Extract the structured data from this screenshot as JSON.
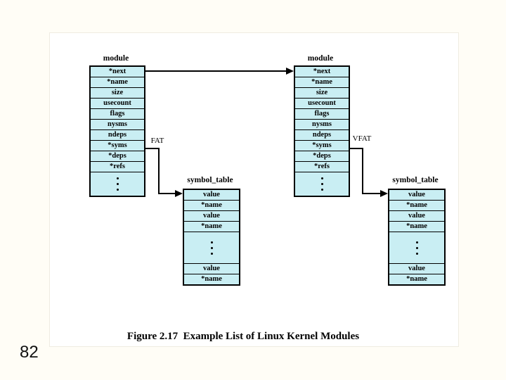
{
  "page": {
    "number": "82",
    "background_color": "#fffdf6",
    "figure_background_color": "#ffffff"
  },
  "caption": "Figure 2.17  Example List of Linux Kernel Modules",
  "colors": {
    "cell_fill": "#c9eef3",
    "table_border": "#000000",
    "arrow": "#000000"
  },
  "icons": {
    "vertical_ellipsis": "⋮",
    "arrow_right": "→"
  },
  "modules": [
    {
      "title": "module",
      "rows": [
        "*next",
        "*name",
        "size",
        "usecount",
        "flags",
        "nysms",
        "ndeps",
        "*syms",
        "*deps",
        "*refs"
      ]
    },
    {
      "title": "module",
      "rows": [
        "*next",
        "*name",
        "size",
        "usecount",
        "flags",
        "nysms",
        "ndeps",
        "*syms",
        "*deps",
        "*refs"
      ]
    }
  ],
  "symbol_tables": [
    {
      "title": "symbol_table",
      "rows": [
        "value",
        "*name",
        "value",
        "*name",
        "value",
        "*name"
      ]
    },
    {
      "title": "symbol_table",
      "rows": [
        "value",
        "*name",
        "value",
        "*name",
        "value",
        "*name"
      ]
    }
  ],
  "edge_labels": {
    "fat": "FAT",
    "vfat": "VFAT"
  }
}
